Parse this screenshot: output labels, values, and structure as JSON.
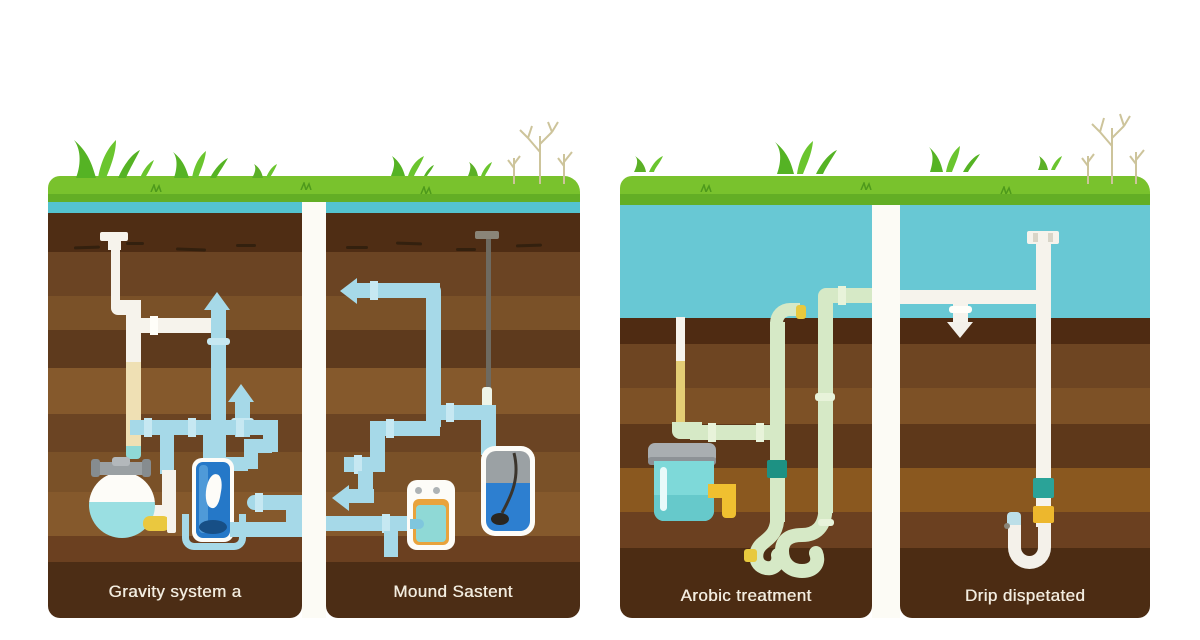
{
  "illustration": {
    "type": "septic-system-cross-section-infographic",
    "panels": [
      {
        "label": "Gravity system a"
      },
      {
        "label": "Mound Sastent"
      },
      {
        "label": "Arobic treatment"
      },
      {
        "label": "Drip dispetated"
      }
    ]
  },
  "colors": {
    "grass": "#79c22d",
    "grass_edge": "#63ae25",
    "surface_water_line": "#54c3cf",
    "groundwater": "#68c8d4",
    "soil_dark": "#4c2d15",
    "soil_mid": "#6b4423",
    "soil_light": "#85592c",
    "soil_warm": "#8a581f",
    "pipe_blue": "#a6d9e8",
    "pipe_white": "#f6f3ec",
    "pipe_green": "#d6e9c6",
    "pipe_cream": "#efe0b4",
    "accent_yellow": "#eac83f",
    "band_teal": "#2aa398",
    "band_yellow": "#edb72d",
    "tank_blue": "#2578c8",
    "tank_teal": "#7ed9d9",
    "tank_orange": "#e9a33c",
    "valve_gray": "#9aa0a3"
  }
}
